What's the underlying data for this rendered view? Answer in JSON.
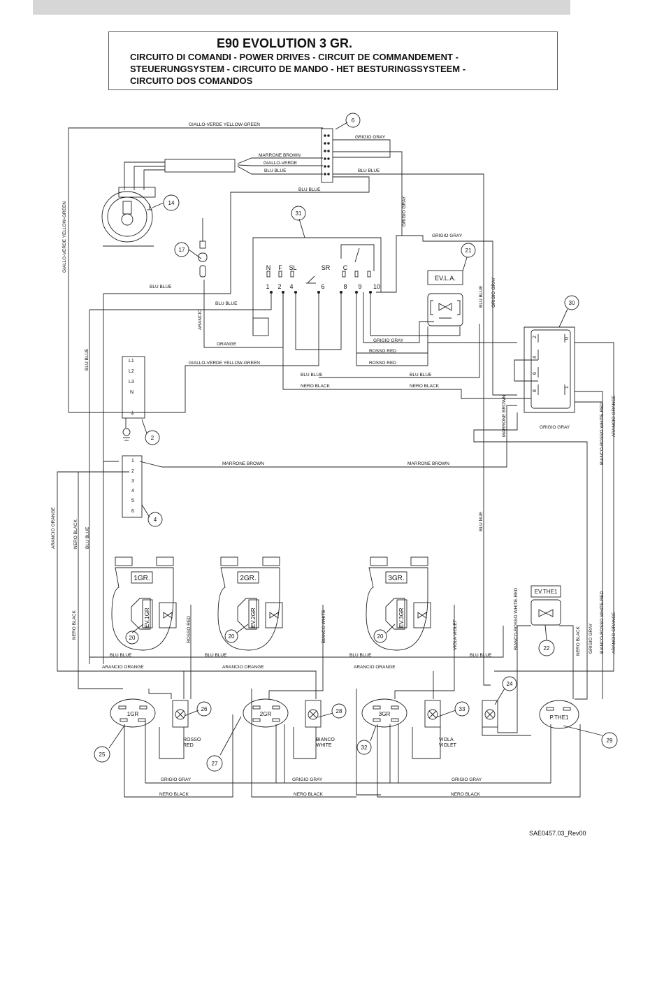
{
  "header": {
    "title": "E90 EVOLUTION 3 GR.",
    "subtitle_lines": [
      "CIRCUITO DI COMANDI - POWER DRIVES - CIRCUIT DE COMMANDEMENT -",
      "STEUERUNGSYSTEM - CIRCUITO DE MANDO - HET BESTURINGSSYSTEEM -",
      "CIRCUITO DOS COMANDOS"
    ]
  },
  "footer": {
    "doc_ref": "SAE0457.03_Rev00"
  },
  "component_numbers": [
    "6",
    "14",
    "17",
    "31",
    "21",
    "30",
    "2",
    "4",
    "20",
    "20",
    "20",
    "22",
    "24",
    "26",
    "28",
    "33",
    "25",
    "27",
    "32",
    "29"
  ],
  "component_labels": {
    "ev_la": "EV.L.A.",
    "ev_the": "EV.THE1",
    "p_the": "P.THE1",
    "group1": "1GR.",
    "group2": "2GR.",
    "group3": "3GR.",
    "ev1": "EV.1GR",
    "ev2": "EV.2GR",
    "ev3": "EV.3GR",
    "dos1": "1GR",
    "dos2": "2GR",
    "dos3": "3GR"
  },
  "control_board": {
    "top_labels": [
      "N",
      "F",
      "SL",
      "SR",
      "C"
    ],
    "pin_numbers": [
      "1",
      "2",
      "4",
      "6",
      "8",
      "9",
      "10"
    ]
  },
  "terminal_block_power": [
    "L1",
    "L2",
    "L3",
    "N",
    "⏚"
  ],
  "terminal_block_signal": [
    "1",
    "2",
    "3",
    "4",
    "5",
    "6"
  ],
  "relay_pins": [
    "2",
    "0",
    "4",
    "6",
    "8",
    "1"
  ],
  "wire_labels": {
    "yellow_green": "GIALLO-VERDE YELLOW-GREEN",
    "gray": "GRIGIO GRAY",
    "brown_it": "MARRONE BROWN",
    "giallo_verde": "GIALLO-VERDE",
    "blue": "BLU BLUE",
    "blue_typo": "BLU NUE",
    "orange_short": "ORANGE",
    "arancio": "ARANCIO",
    "red": "ROSSO RED",
    "black": "NERO BLACK",
    "orange": "ARANCIO ORANGE",
    "white": "BIANCO WHITE",
    "violet": "VIOLA VIOLET",
    "white_red": "BIANCO-ROSSO WHITE-RED"
  },
  "lamp_labels": {
    "red": [
      "ROSSO",
      "RED"
    ],
    "white": [
      "BIANCO",
      "WHITE"
    ],
    "violet": [
      "VIOLA",
      "VIOLET"
    ]
  },
  "colors": {
    "line": "#222222",
    "header_bar": "#d6d6d6"
  }
}
